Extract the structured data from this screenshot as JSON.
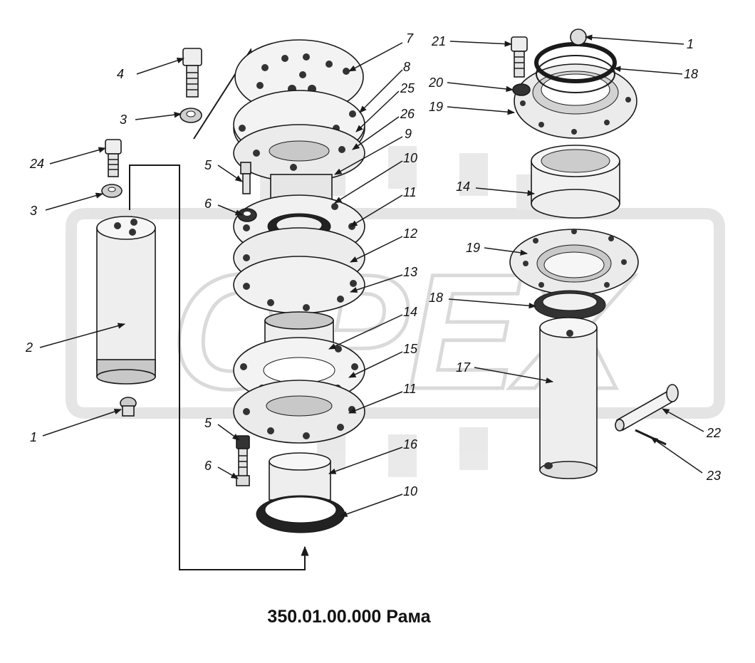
{
  "caption": "350.01.00.000 Рама",
  "watermark": "OPEX",
  "colors": {
    "line": "#1a1a1a",
    "part_fill": "#eeeeee",
    "part_shade": "#c8c8c8",
    "watermark": "#cfcfcf",
    "background": "#ffffff"
  },
  "callouts": {
    "c1a": "1",
    "c1b": "1",
    "c2": "2",
    "c3a": "3",
    "c3b": "3",
    "c4": "4",
    "c5a": "5",
    "c5b": "5",
    "c6a": "6",
    "c6b": "6",
    "c7": "7",
    "c8": "8",
    "c9": "9",
    "c10a": "10",
    "c10b": "10",
    "c11a": "11",
    "c11b": "11",
    "c12": "12",
    "c13": "13",
    "c14a": "14",
    "c14b": "14",
    "c15": "15",
    "c16": "16",
    "c17": "17",
    "c18a": "18",
    "c18b": "18",
    "c19a": "19",
    "c19b": "19",
    "c20": "20",
    "c21": "21",
    "c22": "22",
    "c23": "23",
    "c24": "24",
    "c25": "25",
    "c26": "26"
  }
}
